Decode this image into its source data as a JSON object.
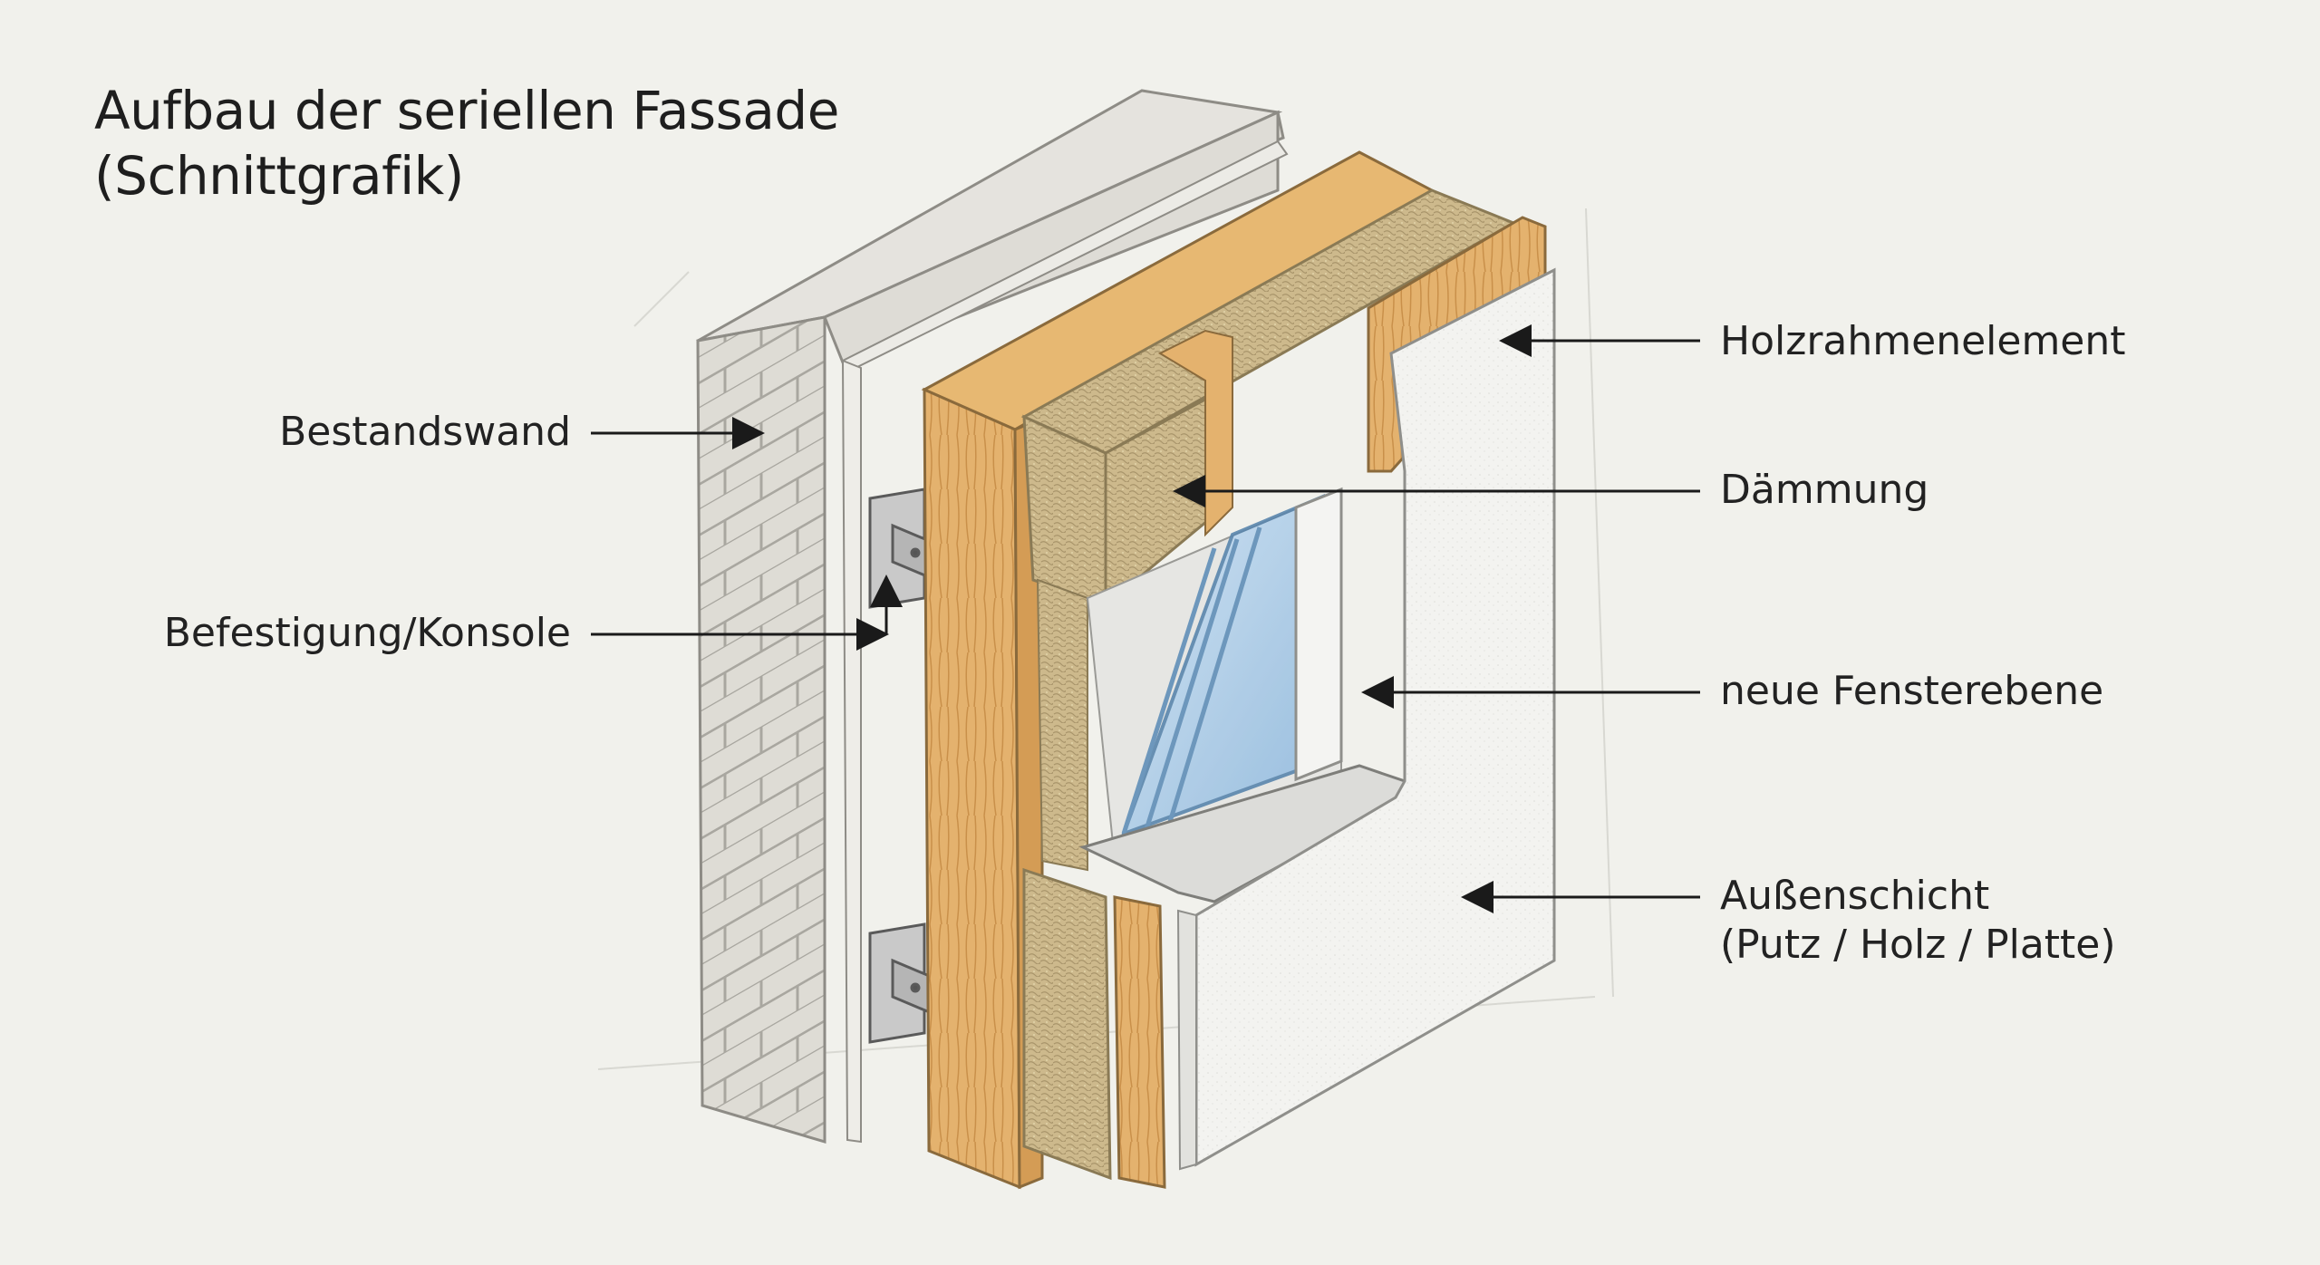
{
  "title": {
    "line1": "Aufbau der seriellen Fassade",
    "line2": "(Schnittgrafik)"
  },
  "labels": {
    "bestandswand": "Bestandswand",
    "befestigung": "Befestigung/Konsole",
    "holzrahmen": "Holzrahmenelement",
    "daemmung": "Dämmung",
    "fenster": "neue Fensterebene",
    "aussen_line1": "Außenschicht",
    "aussen_line2": "(Putz / Holz / Platte)"
  },
  "colors": {
    "background": "#f1f1ec",
    "brick": "#dcdad3",
    "concrete": "#e3e1dc",
    "timber": "#e3b06c",
    "insulation": "#cdb98c",
    "render": "#f4f4f1",
    "glass": "#a9cbe6",
    "arrow": "#1a1a1a"
  }
}
